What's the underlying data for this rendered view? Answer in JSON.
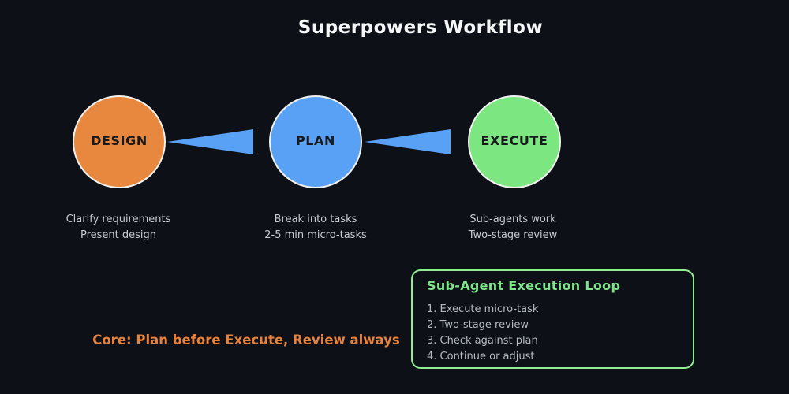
{
  "title": "Superpowers Workflow",
  "colors": {
    "background": "#0d1117",
    "design_node": "#e8883e",
    "plan_node": "#58a1f5",
    "execute_node": "#7ce681",
    "arrow": "#58a1f5",
    "node_border": "#f0f1ee",
    "note_text": "#c6cbd2",
    "loop_border": "#90ee90",
    "loop_title": "#7ee58a",
    "core_message": "#e8813a"
  },
  "nodes": [
    {
      "label": "DESIGN",
      "color": "#e8883e",
      "lines": [
        "Clarify requirements",
        "Present design"
      ]
    },
    {
      "label": "PLAN",
      "color": "#58a1f5",
      "lines": [
        "Break into tasks",
        "2-5 min micro-tasks"
      ]
    },
    {
      "label": "EXECUTE",
      "color": "#7ce681",
      "lines": [
        "Sub-agents work",
        "Two-stage review"
      ]
    }
  ],
  "loop_box": {
    "title": "Sub-Agent Execution Loop",
    "items": [
      "1. Execute micro-task",
      "2. Two-stage review",
      "3. Check against plan",
      "4. Continue or adjust"
    ]
  },
  "core_message": "Core: Plan before Execute, Review always"
}
